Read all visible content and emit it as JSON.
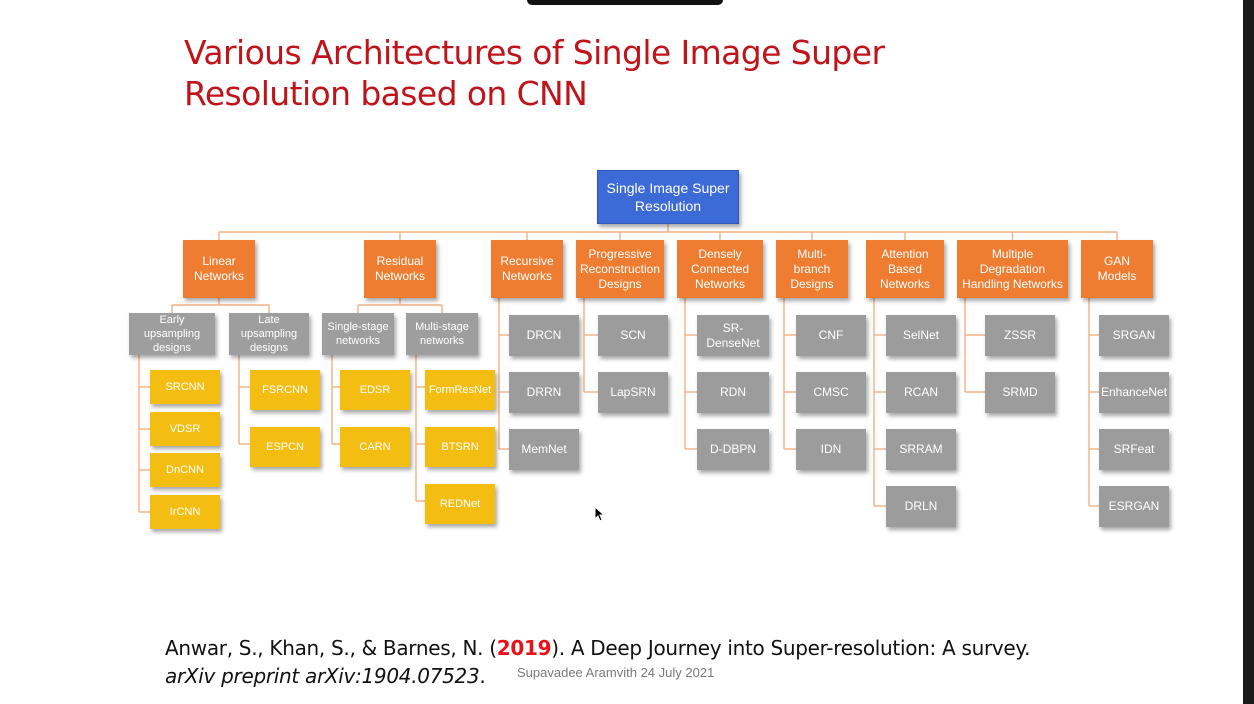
{
  "slide": {
    "title_line1": "Various Architectures of Single Image Super",
    "title_line2": "Resolution based on CNN"
  },
  "diagram": {
    "root": {
      "id": "root",
      "label": "Single Image Super Resolution"
    },
    "categories": [
      {
        "id": "linear",
        "label": "Linear Networks",
        "subgroups": [
          {
            "id": "early",
            "label": "Early upsampling designs",
            "items": [
              "SRCNN",
              "VDSR",
              "DnCNN",
              "IrCNN"
            ]
          },
          {
            "id": "late",
            "label": "Late upsampling designs",
            "items": [
              "FSRCNN",
              "ESPCN"
            ]
          }
        ]
      },
      {
        "id": "residual",
        "label": "Residual Networks",
        "subgroups": [
          {
            "id": "single",
            "label": "Single-stage networks",
            "items": [
              "EDSR",
              "CARN"
            ]
          },
          {
            "id": "multi",
            "label": "Multi-stage networks",
            "items": [
              "FormResNet",
              "BTSRN",
              "REDNet"
            ]
          }
        ]
      },
      {
        "id": "recursive",
        "label": "Recursive Networks",
        "items": [
          "DRCN",
          "DRRN",
          "MemNet"
        ]
      },
      {
        "id": "progressive",
        "label": "Progressive Reconstruction Designs",
        "items": [
          "SCN",
          "LapSRN"
        ]
      },
      {
        "id": "dense",
        "label": "Densely Connected Networks",
        "items": [
          "SR-DenseNet",
          "RDN",
          "D-DBPN"
        ]
      },
      {
        "id": "multibranch",
        "label": "Multi-branch Designs",
        "items": [
          "CNF",
          "CMSC",
          "IDN"
        ]
      },
      {
        "id": "attention",
        "label": "Attention Based Networks",
        "items": [
          "SelNet",
          "RCAN",
          "SRRAM",
          "DRLN"
        ]
      },
      {
        "id": "degradation",
        "label": "Multiple Degradation Handling Networks",
        "items": [
          "ZSSR",
          "SRMD"
        ]
      },
      {
        "id": "gan",
        "label": "GAN Models",
        "items": [
          "SRGAN",
          "EnhanceNet",
          "SRFeat",
          "ESRGAN"
        ]
      }
    ]
  },
  "citation": {
    "authors": "Anwar, S., Khan, S., & Barnes, N. (",
    "year": "2019",
    "after_year": "). A Deep Journey into Super-resolution: A survey. ",
    "journal": "arXiv preprint arXiv:1904.07523",
    "end": "."
  },
  "footer": "Supavadee Aramvith  24 July 2021",
  "colors": {
    "title": "#c0141b",
    "root": "#3c6ad6",
    "category": "#ee7d31",
    "subgroup": "#9e9e9e",
    "linear_item": "#f3bd12",
    "other_item": "#9c9c9c",
    "connector": "#f0b184",
    "year": "#e8121a"
  }
}
